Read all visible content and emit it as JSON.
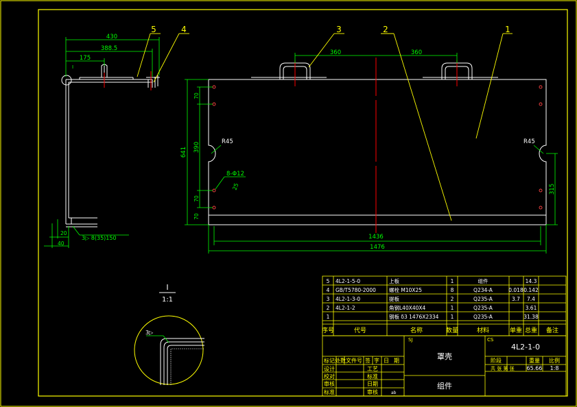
{
  "colors": {
    "background": "#000000",
    "frame": "#ffff00",
    "outline": "#ffffff",
    "dimension": "#00ff00",
    "center": "#ff0000",
    "leader": "#ffff00",
    "table_text": "#ffff00",
    "table_value": "#ffffff"
  },
  "balloons": [
    "1",
    "2",
    "3",
    "4",
    "5"
  ],
  "dims": {
    "d430": "430",
    "d388": "388.5",
    "d175": "175",
    "d360a": "360",
    "d360b": "360",
    "d641": "641",
    "d390": "390",
    "d70a": "70",
    "d70b": "70",
    "d70c": "70",
    "r45a": "R45",
    "r45b": "R45",
    "d315": "315",
    "holes": "8-Φ12",
    "d25": "25",
    "d1436": "1436",
    "d1476": "1476",
    "d20": "20",
    "d40": "40",
    "weld": "3▷ 8(35)150",
    "marker": "I"
  },
  "detail": {
    "num": "I",
    "den": "1:1",
    "weld": "3▷"
  },
  "bom": {
    "rows": [
      {
        "no": "5",
        "code": "4L2-1-5-0",
        "name": "上板",
        "qty": "1",
        "mat": "组件",
        "unit": "",
        "total": "14.3",
        "note": ""
      },
      {
        "no": "4",
        "code": "GB/T5780-2000",
        "name": "螺栓 M10X25",
        "qty": "8",
        "mat": "Q234-A",
        "unit": "0.018",
        "total": "0.142",
        "note": ""
      },
      {
        "no": "3",
        "code": "4L2-1-3-0",
        "name": "提板",
        "qty": "2",
        "mat": "Q235-A",
        "unit": "3.7",
        "total": "7.4",
        "note": ""
      },
      {
        "no": "2",
        "code": "4L2-1-2",
        "name": "角钢L40X40X4",
        "qty": "1",
        "mat": "Q235-A",
        "unit": "",
        "total": "3.61",
        "note": ""
      },
      {
        "no": "1",
        "code": "",
        "name": "钢板 δ3 1476X2334",
        "qty": "1",
        "mat": "Q235-A",
        "unit": "",
        "total": "31.38",
        "note": ""
      }
    ],
    "header": {
      "no": "序号",
      "code": "代号",
      "name": "名称",
      "qty": "数量",
      "mat": "材料",
      "unit": "单重",
      "total": "总重",
      "note": "备注"
    }
  },
  "titleblock": {
    "drawing_no": "4L2-1-0",
    "part_name": "罩壳",
    "type": "组件",
    "row1": [
      "标记",
      "处数",
      "文件号",
      "签",
      "字",
      "日",
      "期"
    ],
    "labels_left": [
      "设计",
      "校对",
      "审核",
      "标准"
    ],
    "labels_mid": [
      "工艺",
      "标准",
      "日期",
      "审核"
    ],
    "stage": "阶段",
    "weight_label": "重量",
    "scale_label": "比例",
    "weight": "65.66",
    "scale": "1:8",
    "sheet": "共  张    第  张",
    "mark_sj": "SJ",
    "mark_cs": "CS",
    "foot": "ab"
  }
}
